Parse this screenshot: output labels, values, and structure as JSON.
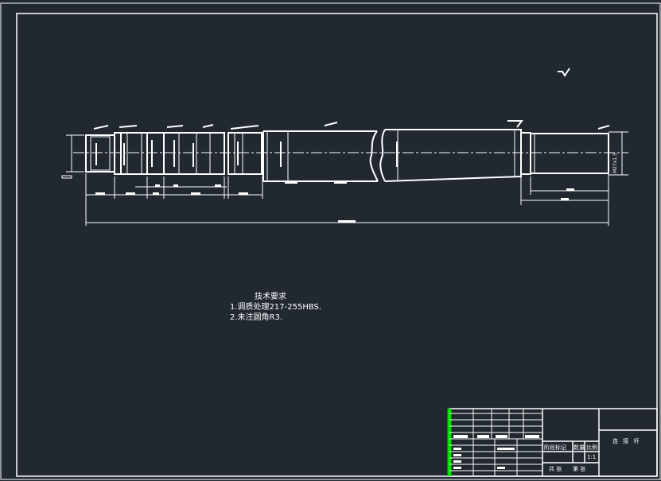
{
  "notes": {
    "title": "技术要求",
    "lines": [
      "1.调质处理217-255HBS.",
      "2.未注圆角R3."
    ]
  },
  "title_block": {
    "part_name": "连 接 杆",
    "stage_mark": "阶段标记",
    "weight": "数量",
    "scale": "比例",
    "scale_value": "1:1",
    "sheets_total": "共 张",
    "sheet_no": "第 张"
  },
  "dimensions": {
    "right_diameter": "M27x1.5"
  },
  "colors": {
    "background": "#212830",
    "lines": "#ffffff",
    "accent": "#00e000"
  }
}
